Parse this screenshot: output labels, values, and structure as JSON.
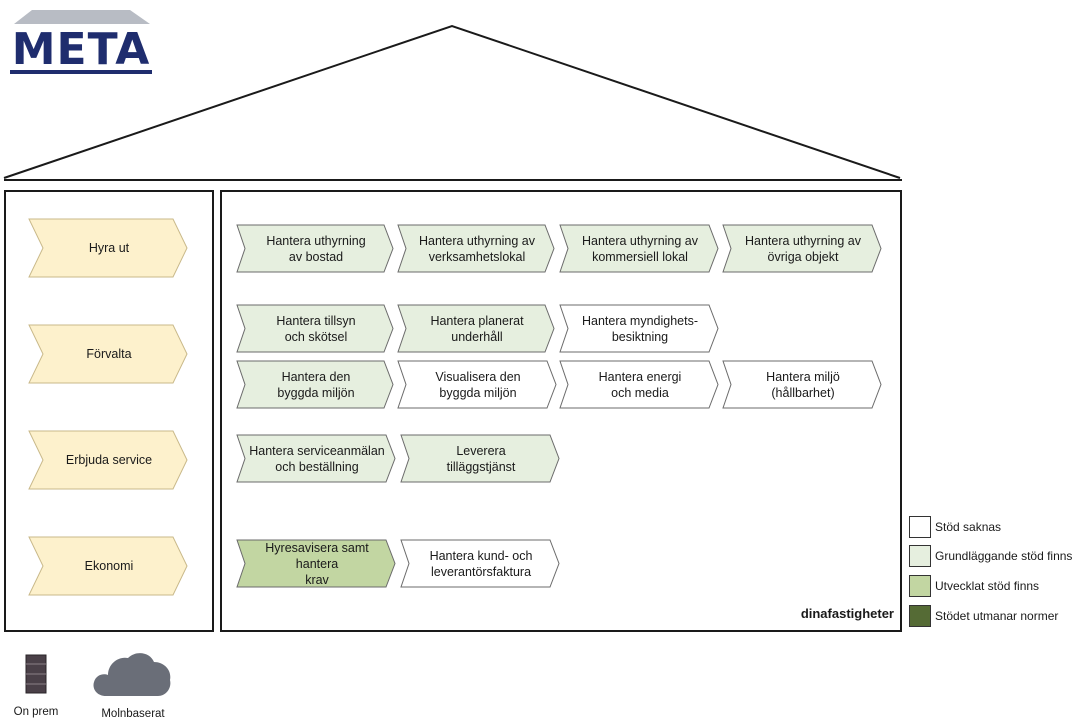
{
  "logo": {
    "text": "META"
  },
  "colors": {
    "cream": "#fdf1cc",
    "light_green": "#e6efdf",
    "mid_green": "#c2d6a2",
    "dark_green": "#556b35",
    "white": "#ffffff",
    "navy": "#1f2d6e"
  },
  "categories": [
    {
      "label": "Hyra ut"
    },
    {
      "label": "Förvalta"
    },
    {
      "label": "Erbjuda service"
    },
    {
      "label": "Ekonomi"
    }
  ],
  "processes": [
    {
      "label": "Hantera uthyrning\nav bostad",
      "level": "grundlaggande"
    },
    {
      "label": "Hantera uthyrning av\nverksamhetslokal",
      "level": "grundlaggande"
    },
    {
      "label": "Hantera uthyrning av\nkommersiell lokal",
      "level": "grundlaggande"
    },
    {
      "label": "Hantera uthyrning av\növriga objekt",
      "level": "grundlaggande"
    },
    {
      "label": "Hantera tillsyn\noch skötsel",
      "level": "grundlaggande"
    },
    {
      "label": "Hantera planerat\nunderhåll",
      "level": "grundlaggande"
    },
    {
      "label": "Hantera myndighets-\nbesiktning",
      "level": "saknas"
    },
    {
      "label": "Hantera den\nbyggda miljön",
      "level": "grundlaggande"
    },
    {
      "label": "Visualisera den\nbyggda miljön",
      "level": "saknas"
    },
    {
      "label": "Hantera energi\noch media",
      "level": "saknas"
    },
    {
      "label": "Hantera miljö\n(hållbarhet)",
      "level": "saknas"
    },
    {
      "label": "Hantera serviceanmälan\noch beställning",
      "level": "grundlaggande"
    },
    {
      "label": "Leverera\ntilläggstjänst",
      "level": "grundlaggande"
    },
    {
      "label": "Hyresavisera samt hantera\nkrav",
      "level": "utvecklat"
    },
    {
      "label": "Hantera kund- och\nleverantörsfaktura",
      "level": "saknas"
    }
  ],
  "brand": "dinafastigheter",
  "legend": [
    {
      "label": "Stöd saknas",
      "color": "#ffffff"
    },
    {
      "label": "Grundläggande stöd finns",
      "color": "#e6efdf"
    },
    {
      "label": "Utvecklat stöd finns",
      "color": "#c2d6a2"
    },
    {
      "label": "Stödet utmanar normer",
      "color": "#556b35"
    }
  ],
  "deployment": [
    {
      "label": "On prem",
      "icon": "server-icon"
    },
    {
      "label": "Molnbaserat",
      "icon": "cloud-icon"
    }
  ]
}
